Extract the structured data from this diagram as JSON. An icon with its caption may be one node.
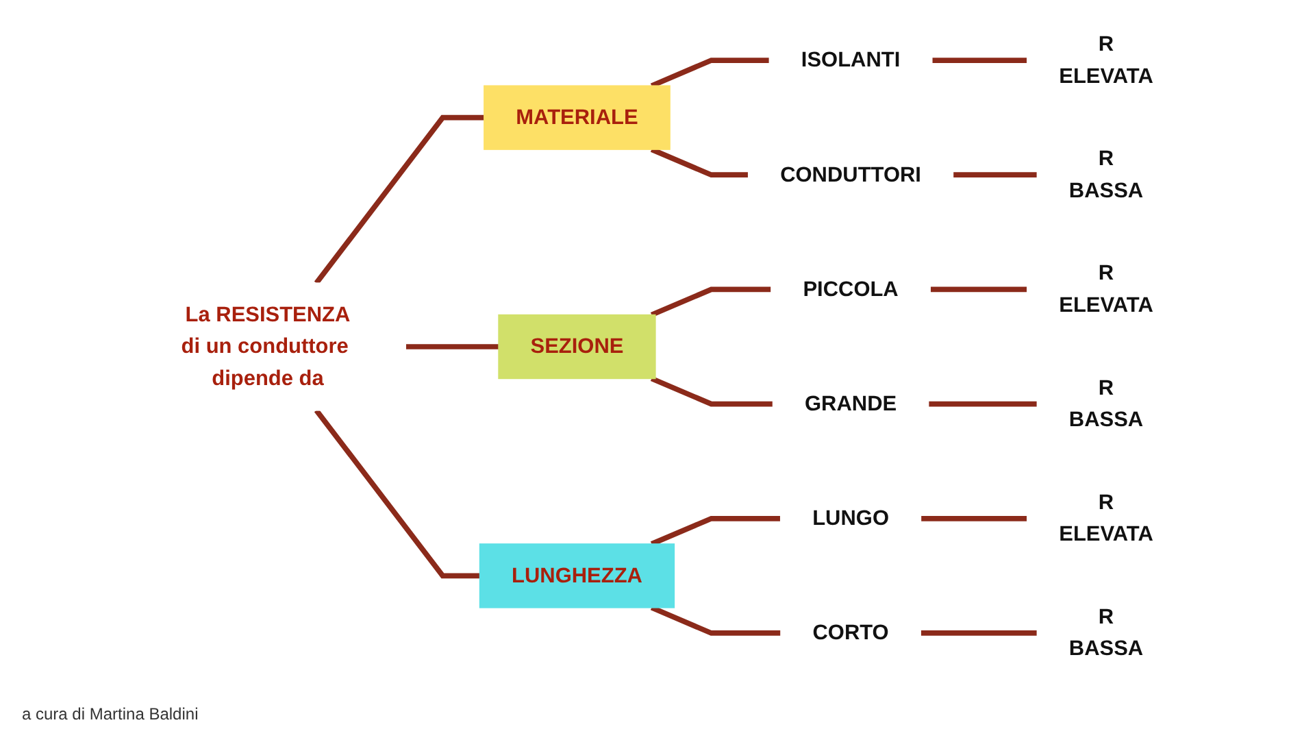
{
  "diagram": {
    "nodes": [
      {
        "text": [
          "La RESISTENZA",
          "di un conduttore dipende da"
        ]
      },
      {
        "text": [
          "MATERIALE"
        ]
      },
      {
        "text": [
          "ISOLANTI"
        ]
      },
      {
        "text": [
          "R",
          "ELEVATA"
        ]
      },
      {
        "text": [
          "CONDUTTORI"
        ]
      },
      {
        "text": [
          "R",
          "BASSA"
        ]
      },
      {
        "text": [
          "SEZIONE"
        ]
      },
      {
        "text": [
          "PICCOLA"
        ]
      },
      {
        "text": [
          "R",
          "ELEVATA"
        ]
      },
      {
        "text": [
          "GRANDE"
        ]
      },
      {
        "text": [
          "R",
          "BASSA"
        ]
      },
      {
        "text": [
          "LUNGHEZZA"
        ]
      },
      {
        "text": [
          "LUNGO"
        ]
      },
      {
        "text": [
          "R",
          "ELEVATA"
        ]
      },
      {
        "text": [
          "CORTO"
        ]
      },
      {
        "text": [
          "R",
          "BASSA"
        ]
      }
    ],
    "edges": [
      {
        "from": 0,
        "to": 1,
        "arrow": "none"
      },
      {
        "from": 0,
        "to": 6,
        "arrow": "none"
      },
      {
        "from": 0,
        "to": 11,
        "arrow": "none"
      },
      {
        "from": 1,
        "to": 2,
        "arrow": "none"
      },
      {
        "from": 1,
        "to": 4,
        "arrow": "none"
      },
      {
        "from": 2,
        "to": 3,
        "arrow": "none"
      },
      {
        "from": 4,
        "to": 5,
        "arrow": "none"
      },
      {
        "from": 6,
        "to": 7,
        "arrow": "none"
      },
      {
        "from": 6,
        "to": 9,
        "arrow": "none"
      },
      {
        "from": 7,
        "to": 8,
        "arrow": "none"
      },
      {
        "from": 9,
        "to": 10,
        "arrow": "none"
      },
      {
        "from": 11,
        "to": 12,
        "arrow": "none"
      },
      {
        "from": 11,
        "to": 14,
        "arrow": "none"
      },
      {
        "from": 12,
        "to": 13,
        "arrow": "none"
      },
      {
        "from": 14,
        "to": 15,
        "arrow": "none"
      }
    ],
    "labels": [
      "a cura di Martina Baldini"
    ]
  }
}
